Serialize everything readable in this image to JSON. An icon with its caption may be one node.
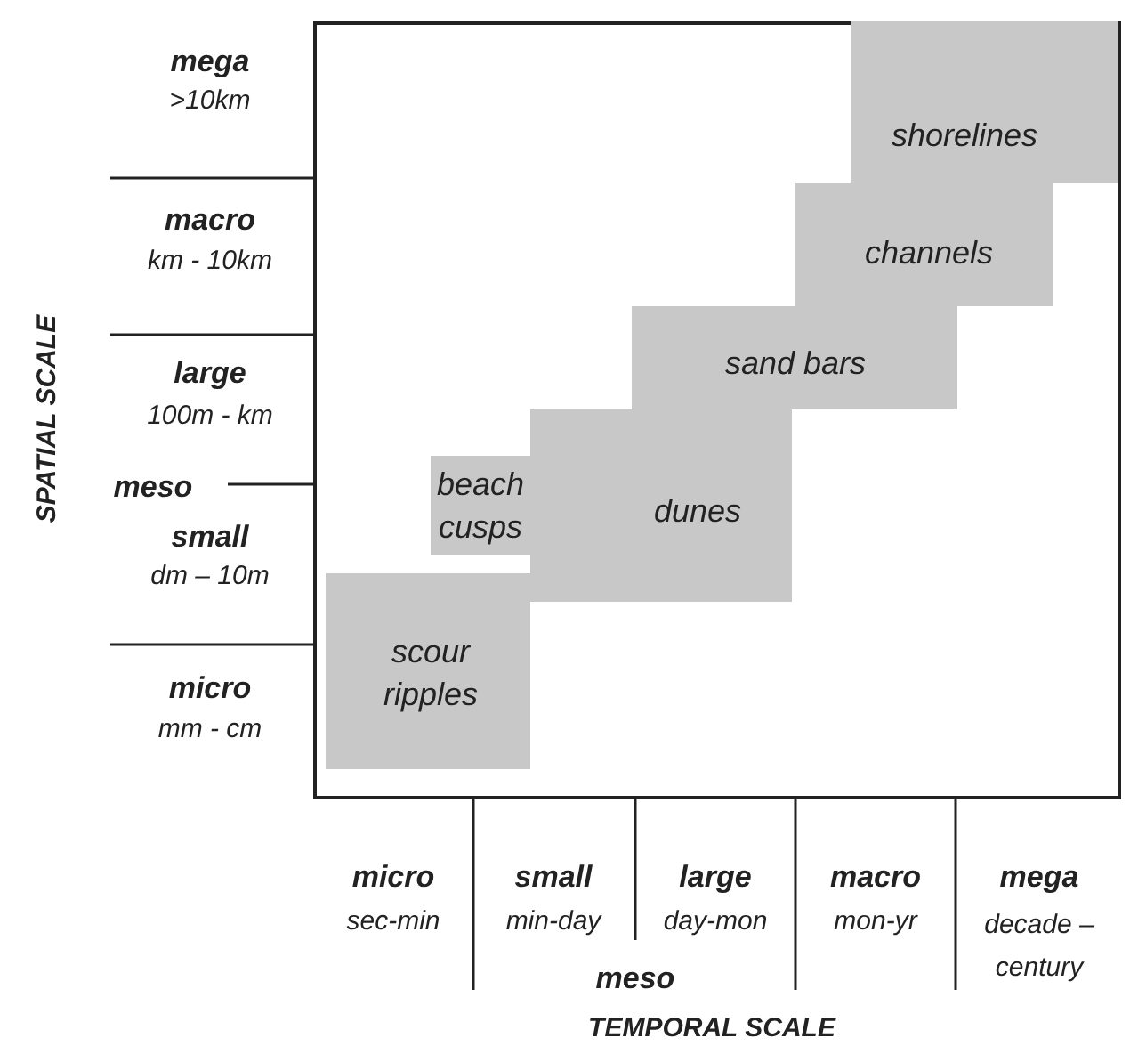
{
  "diagram": {
    "nodes": [
      {
        "text": [
          "shorelines"
        ]
      },
      {
        "text": [
          "channels"
        ]
      },
      {
        "text": [
          "sand bars"
        ]
      },
      {
        "text": [
          "beach cusps"
        ]
      },
      {
        "text": [
          "dunes"
        ]
      },
      {
        "text": [
          "scour ripples"
        ]
      }
    ],
    "labels": [
      "SPATIAL SCALE",
      "mega",
      ">10km",
      "macro",
      "km - 10km",
      "large",
      "100m - km",
      "meso",
      "small",
      "dm – 10m",
      "micro",
      "mm - cm",
      "micro",
      "sec-min",
      "small",
      "min-day",
      "large",
      "day-mon",
      "macro",
      "mon-yr",
      "mega",
      "decade – century",
      "meso",
      "TEMPORAL SCALE"
    ]
  }
}
